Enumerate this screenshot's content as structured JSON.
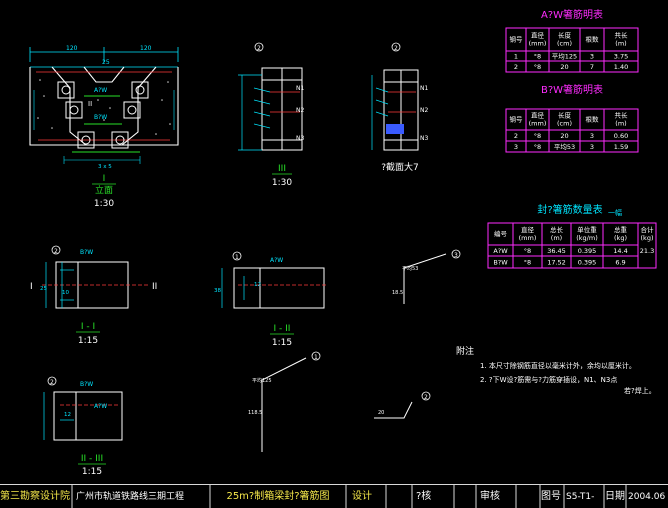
{
  "tables": {
    "a": {
      "title": "A?W箸筋明表",
      "headers": [
        "钢号",
        "直径\n(mm)",
        "长度\n(cm)",
        "根数",
        "共长\n(m)"
      ],
      "rows": [
        [
          "1",
          "°8",
          "平均125",
          "3",
          "3.75"
        ],
        [
          "2",
          "°8",
          "20",
          "7",
          "1.40"
        ]
      ]
    },
    "b": {
      "title": "B?W箸筋明表",
      "headers": [
        "钢号",
        "直径\n(mm)",
        "长度\n(cm)",
        "根数",
        "共长\n(m)"
      ],
      "rows": [
        [
          "2",
          "°8",
          "20",
          "3",
          "0.60"
        ],
        [
          "3",
          "°8",
          "平均53",
          "3",
          "1.59"
        ]
      ]
    },
    "c": {
      "title": "封?箸筋数量表",
      "title_suffix": "一幅",
      "headers": [
        "编号",
        "直径\n(mm)",
        "总长\n(m)",
        "单位重\n(kg/m)",
        "总重\n(kg)",
        "合计\n(kg)"
      ],
      "rows": [
        [
          "A?W",
          "°8",
          "36.45",
          "0.395",
          "14.4",
          "21.3"
        ],
        [
          "B?W",
          "°8",
          "17.52",
          "0.395",
          "6.9",
          ""
        ]
      ]
    }
  },
  "views": {
    "elevation": {
      "label_main": "I",
      "label_name": "立面",
      "scale": "1:30",
      "marks": [
        "II",
        "A?W",
        "B?W"
      ]
    },
    "view3": {
      "label_main": "III",
      "scale": "1:30"
    },
    "section": {
      "label_main": "?截面大7",
      "marks": [
        "N1",
        "N2",
        "N3"
      ]
    },
    "sec1": {
      "label_main": "I - I",
      "scale": "1:15",
      "marks": [
        "B?W",
        "I",
        "II"
      ]
    },
    "sec2": {
      "label_main": "I - II",
      "scale": "1:15",
      "marks": [
        "A?W"
      ]
    },
    "sec3": {
      "label_main": "II - III",
      "scale": "1:15",
      "marks": [
        "B?W",
        "A?W"
      ]
    }
  },
  "notes": {
    "heading": "附注",
    "lines": [
      "1. 本尺寸除钢筋直径以毫米计外，余均以厘米计。",
      "2. ?下W设?筋需与?力筋穿插设，N1、N3点",
      "若?焊上。"
    ]
  },
  "title_block": {
    "org": "第三勘察设计院",
    "project": "广州市轨道铁路线三期工程",
    "drawing_title": "25m?制箱梁封?箸筋图",
    "design": "设计",
    "check": "?核",
    "review": "审核",
    "drawing_no_label": "图号",
    "drawing_no": "S5-T1-",
    "date_label": "日期",
    "date": "2004.06"
  },
  "colors": {
    "background": "#000000",
    "line": "#ffffff",
    "cyan": "#00e5ff",
    "green": "#28e028",
    "magenta": "#ff2cff",
    "red": "#ff3a3a",
    "blue": "#3a5bff",
    "yellow": "#f5e84a"
  }
}
